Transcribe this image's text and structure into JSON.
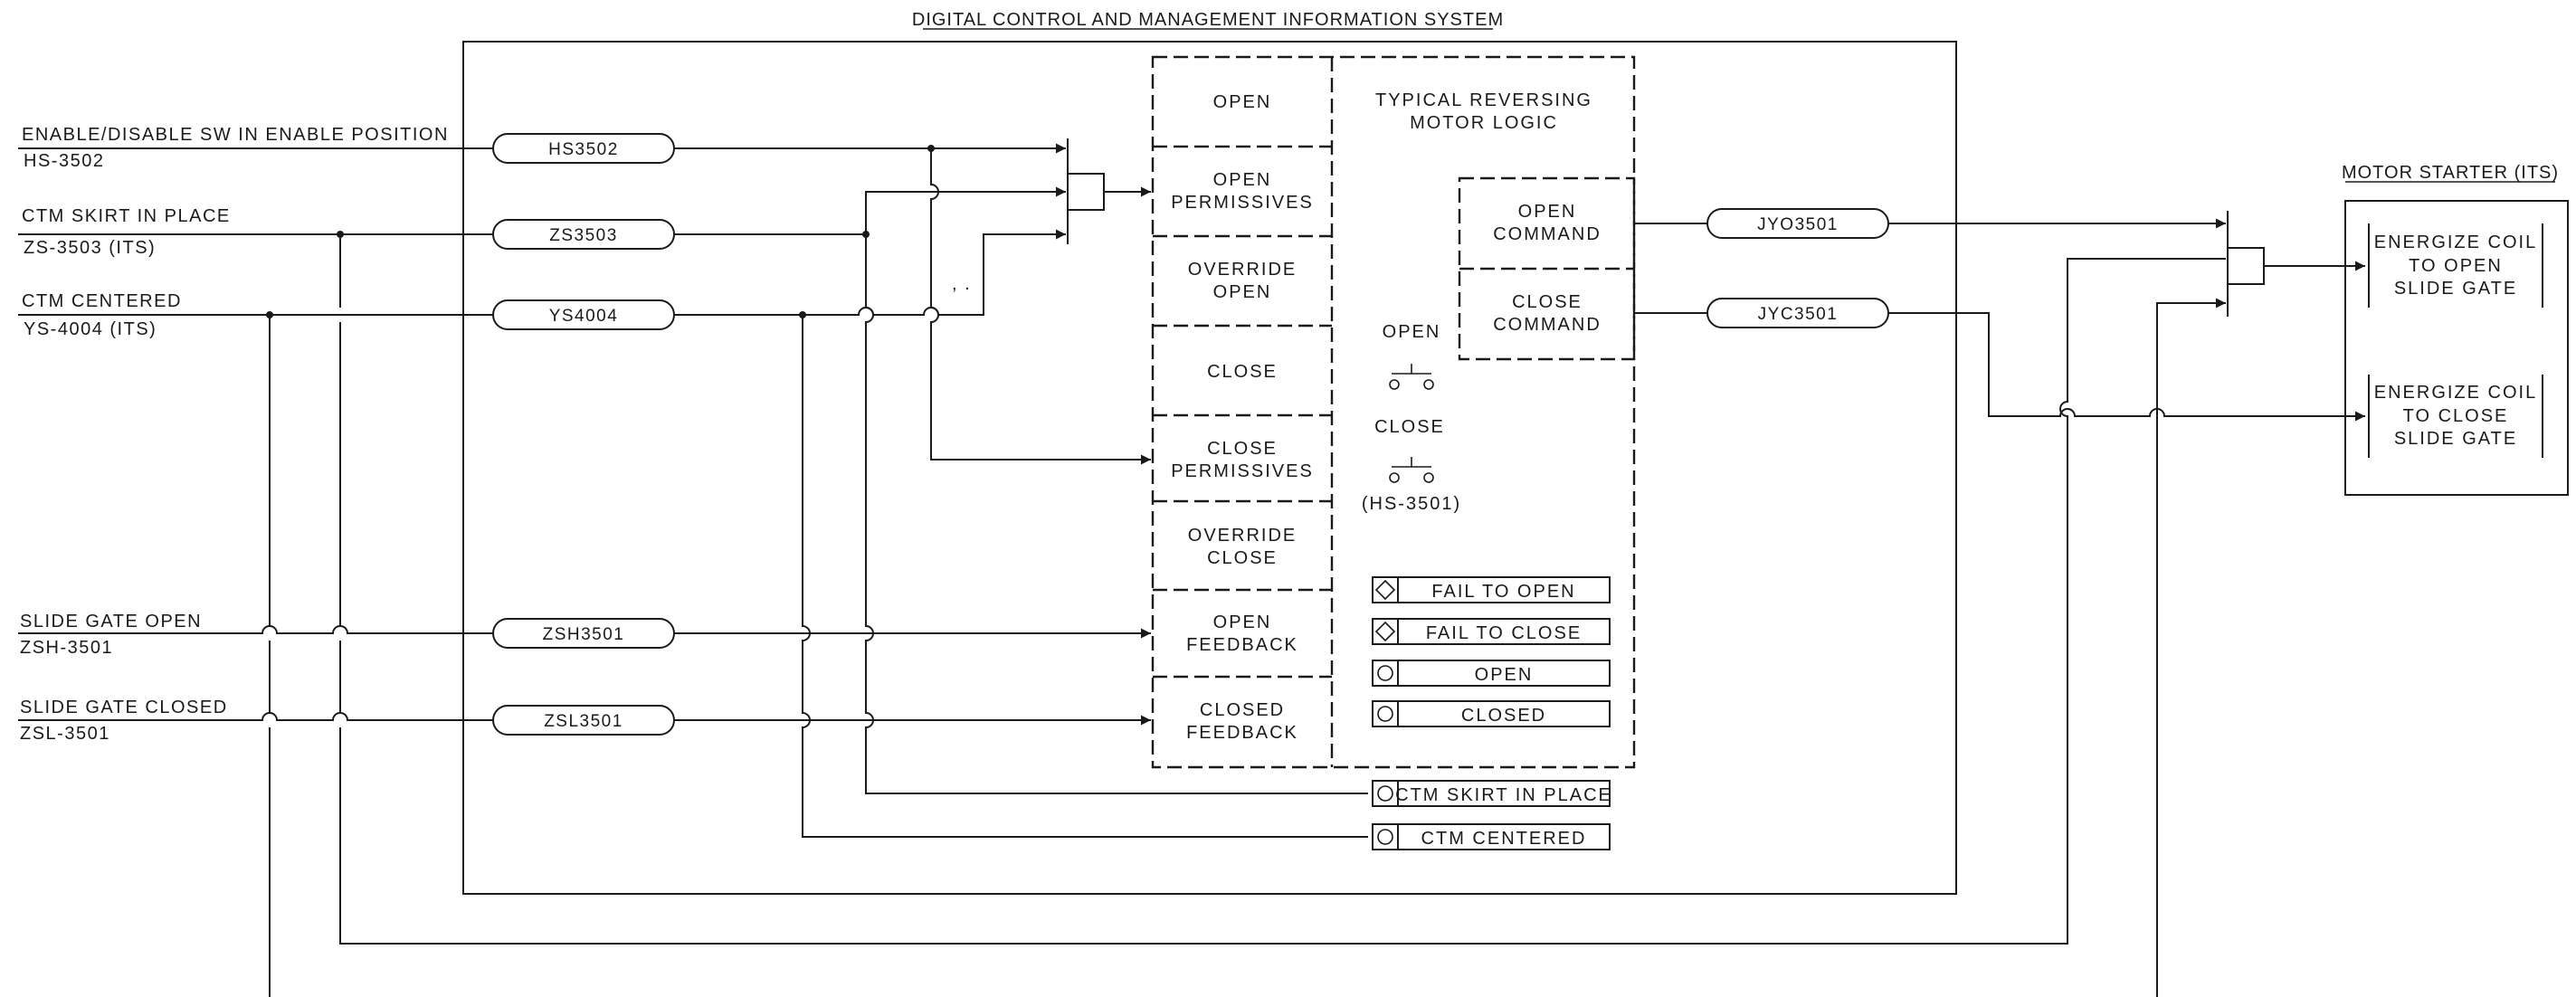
{
  "title": "DIGITAL CONTROL AND MANAGEMENT INFORMATION SYSTEM",
  "motor_starter_title": "MOTOR STARTER (ITS)",
  "field_inputs": [
    {
      "description": "ENABLE/DISABLE SW IN ENABLE POSITION",
      "tag": "HS-3502"
    },
    {
      "description": "CTM SKIRT IN PLACE",
      "tag": "ZS-3503 (ITS)"
    },
    {
      "description": "CTM CENTERED",
      "tag": "YS-4004 (ITS)"
    },
    {
      "description": "SLIDE GATE OPEN",
      "tag": "ZSH-3501"
    },
    {
      "description": "SLIDE GATE CLOSED",
      "tag": "ZSL-3501"
    }
  ],
  "input_tags": [
    "HS3502",
    "ZS3503",
    "YS4004",
    "ZSH3501",
    "ZSL3501"
  ],
  "output_tags": [
    "JYO3501",
    "JYC3501"
  ],
  "logic_block": {
    "cells": [
      [
        "OPEN"
      ],
      [
        "OPEN",
        "PERMISSIVES"
      ],
      [
        "OVERRIDE",
        "OPEN"
      ],
      [
        "CLOSE"
      ],
      [
        "CLOSE",
        "PERMISSIVES"
      ],
      [
        "OVERRIDE",
        "CLOSE"
      ],
      [
        "OPEN",
        "FEEDBACK"
      ],
      [
        "CLOSED",
        "FEEDBACK"
      ]
    ],
    "header": [
      "TYPICAL REVERSING",
      "MOTOR LOGIC"
    ],
    "commands": [
      [
        "OPEN",
        "COMMAND"
      ],
      [
        "CLOSE",
        "COMMAND"
      ]
    ],
    "hand_switch": {
      "open": "OPEN",
      "close": "CLOSE",
      "tag": "(HS-3501)"
    }
  },
  "alarms": [
    {
      "label": "FAIL TO OPEN",
      "symbol": "diamond"
    },
    {
      "label": "FAIL TO CLOSE",
      "symbol": "diamond"
    }
  ],
  "indicators": [
    {
      "label": "OPEN",
      "symbol": "lamp"
    },
    {
      "label": "CLOSED",
      "symbol": "lamp"
    },
    {
      "label": "CTM SKIRT IN PLACE",
      "symbol": "lamp"
    },
    {
      "label": "CTM CENTERED",
      "symbol": "lamp"
    }
  ],
  "coil_actions": [
    [
      "ENERGIZE COIL",
      "TO OPEN",
      "SLIDE GATE"
    ],
    [
      "ENERGIZE COIL",
      "TO CLOSE",
      "SLIDE GATE"
    ]
  ],
  "annotation_mark": ", ."
}
